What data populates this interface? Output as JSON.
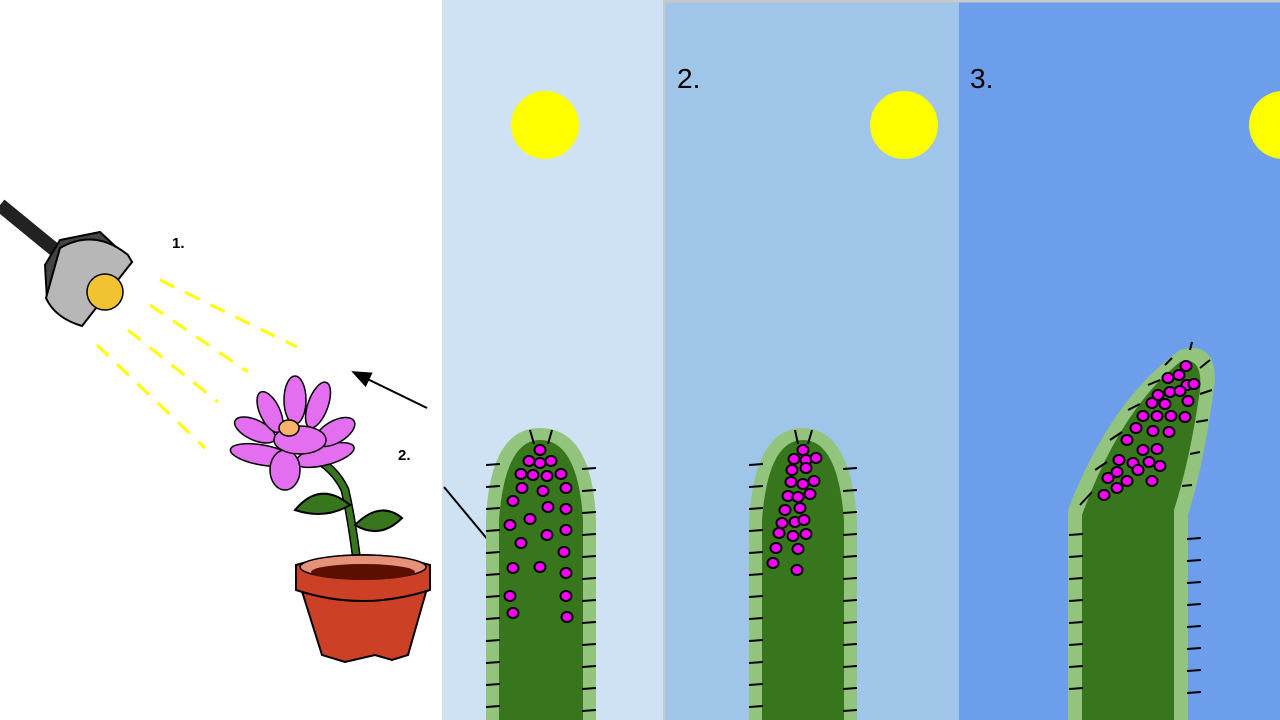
{
  "labels": {
    "lamp_label": "1.",
    "plant_label": "2.",
    "panel2_label": "2.",
    "panel3_label": "3."
  },
  "colors": {
    "panel1_sky": "#cfe2f3",
    "panel2_sky": "#9fc5e8",
    "panel3_sky": "#6d9eeb",
    "sun": "#ffff00",
    "outer_tissue": "#93c47d",
    "inner_tissue": "#38761d",
    "auxin_dots": "#ff00ff",
    "light_rays": "#ffff00",
    "pot": "#cc4125",
    "petals": "#e36ff0"
  },
  "icons": [
    "lamp-icon",
    "sun-icon",
    "flower-pot-icon",
    "arrow-icon"
  ]
}
